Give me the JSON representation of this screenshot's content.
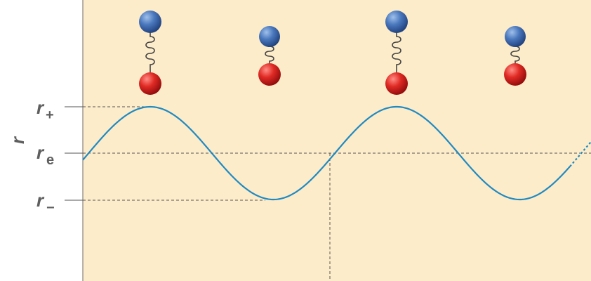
{
  "axis": {
    "y_label": "r"
  },
  "levels": [
    {
      "id": "r-plus",
      "symbol": "r",
      "subscript": "+"
    },
    {
      "id": "r-e",
      "symbol": "r",
      "subscript": "e"
    },
    {
      "id": "r-minus",
      "symbol": "r",
      "subscript": "−"
    }
  ],
  "molecules": [
    {
      "id": "molecule-stretched-1",
      "state": "stretched"
    },
    {
      "id": "molecule-compressed-1",
      "state": "compressed"
    },
    {
      "id": "molecule-stretched-2",
      "state": "stretched"
    },
    {
      "id": "molecule-compressed-2",
      "state": "compressed"
    }
  ],
  "colors": {
    "panel_background": "#fdecca",
    "wave": "#1f8ac2",
    "atom_top": "#3f6fb3",
    "atom_bottom": "#d21e24",
    "spring": "#444444",
    "dashed_line": "#555555",
    "label": "#5e5e5e"
  }
}
